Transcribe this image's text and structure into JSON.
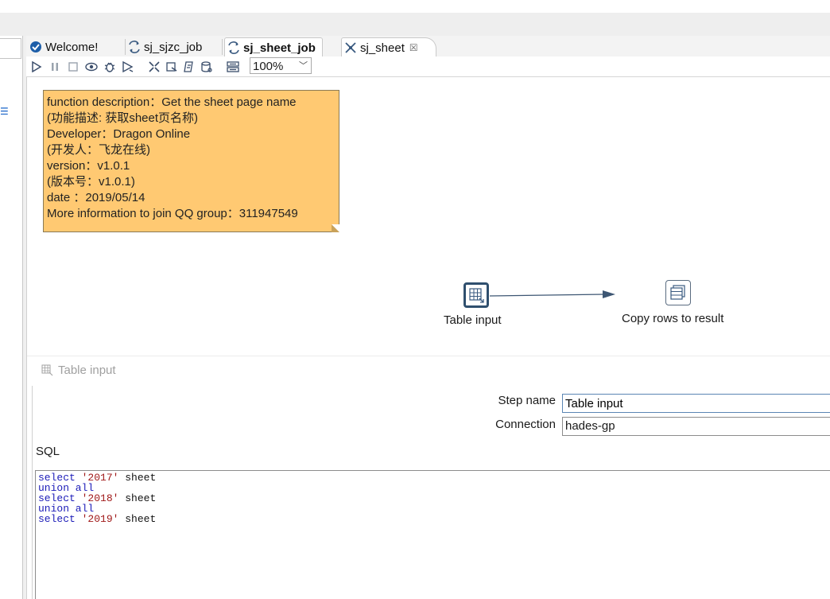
{
  "tabs": [
    {
      "label": "Welcome!",
      "icon": "welcome-icon"
    },
    {
      "label": "sj_sjzc_job",
      "icon": "job-icon"
    },
    {
      "label": "sj_sheet_job",
      "icon": "job-icon",
      "active": true
    },
    {
      "label": "sj_sheet",
      "icon": "transformation-icon",
      "close": "☒"
    }
  ],
  "toolbar": {
    "zoom": "100%",
    "icons": [
      "run-icon",
      "pause-icon",
      "stop-icon",
      "preview-icon",
      "debug-icon",
      "replay-icon",
      "verify-icon",
      "impact-icon",
      "sql-icon",
      "explore-db-icon",
      "layout-icon"
    ]
  },
  "note": {
    "lines": [
      "function description：Get the sheet page name",
      "(功能描述: 获取sheet页名称)",
      "Developer：Dragon Online",
      "(开发人：飞龙在线)",
      "version：v1.0.1",
      "(版本号：v1.0.1)",
      "date  ：2019/05/14",
      "More information to join QQ group：311947549"
    ]
  },
  "steps": {
    "table_input": "Table input",
    "copy_rows": "Copy rows to result"
  },
  "dialog": {
    "title": "Table input",
    "step_name_label": "Step name",
    "step_name_value": "Table input",
    "connection_label": "Connection",
    "connection_value": "hades-gp",
    "sql_label": "SQL",
    "sql_lines": [
      {
        "kw": "select",
        "str": "'2017'",
        "rest": "sheet"
      },
      {
        "kw": "union all",
        "str": "",
        "rest": ""
      },
      {
        "kw": "select",
        "str": "'2018'",
        "rest": "sheet"
      },
      {
        "kw": "union all",
        "str": "",
        "rest": ""
      },
      {
        "kw": "select",
        "str": "'2019'",
        "rest": "sheet"
      }
    ]
  },
  "colors": {
    "note_bg": "#ffc972",
    "hop": "#3d5673",
    "keyword": "#1b1bb8",
    "string": "#a01818"
  }
}
